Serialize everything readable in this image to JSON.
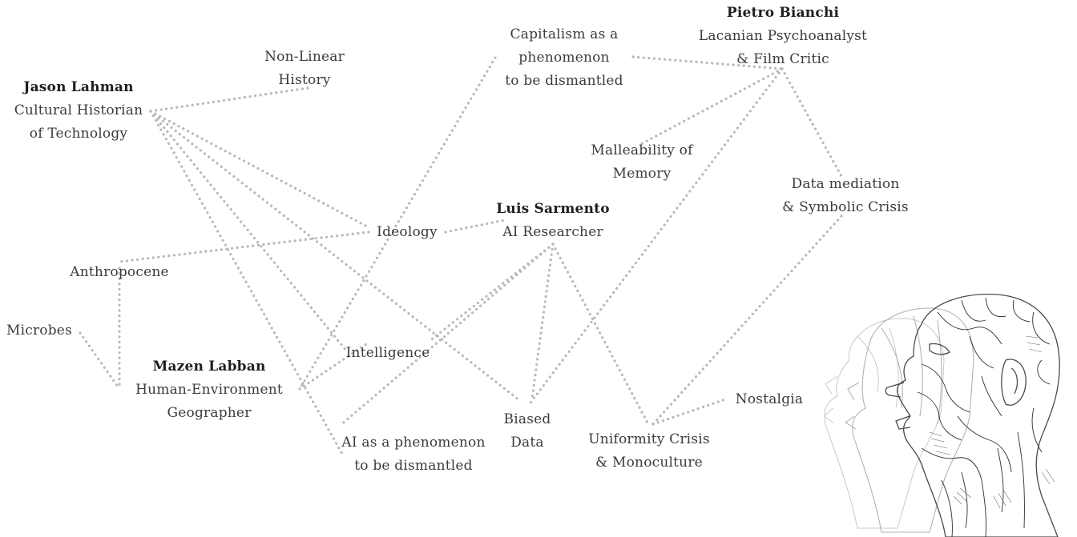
{
  "nodes": {
    "jason": {
      "name": "Jason Lahman",
      "lines": [
        "Cultural Historian",
        "of Technology"
      ]
    },
    "nonlinear": {
      "lines": [
        "Non-Linear",
        "History"
      ]
    },
    "capitalism": {
      "lines": [
        "Capitalism as a",
        "phenomenon",
        "to be dismantled"
      ]
    },
    "pietro": {
      "name": "Pietro Bianchi",
      "lines": [
        "Lacanian Psychoanalyst",
        "& Film Critic"
      ]
    },
    "malleability": {
      "lines": [
        "Malleability of",
        "Memory"
      ]
    },
    "datamediation": {
      "lines": [
        "Data mediation",
        "& Symbolic Crisis"
      ]
    },
    "ideology": {
      "lines": [
        "Ideology"
      ]
    },
    "luis": {
      "name": "Luis Sarmento",
      "lines": [
        "AI Researcher"
      ]
    },
    "anthropocene": {
      "lines": [
        "Anthropocene"
      ]
    },
    "microbes": {
      "lines": [
        "Microbes"
      ]
    },
    "intelligence": {
      "lines": [
        "Intelligence"
      ]
    },
    "mazen": {
      "name": "Mazen Labban",
      "lines": [
        "Human-Environment",
        "Geographer"
      ]
    },
    "biased": {
      "lines": [
        "Biased",
        "Data"
      ]
    },
    "uniformity": {
      "lines": [
        "Uniformity Crisis",
        "& Monoculture"
      ]
    },
    "nostalgia": {
      "lines": [
        "Nostalgia"
      ]
    },
    "aiphen": {
      "lines": [
        "AI as a  phenomenon",
        "to be dismantled"
      ]
    }
  },
  "colors": {
    "edge": "#b9b9b9",
    "text": "#3b3b3b",
    "name": "#1f1f1f"
  },
  "illustration": "anatomical-head-engraving"
}
